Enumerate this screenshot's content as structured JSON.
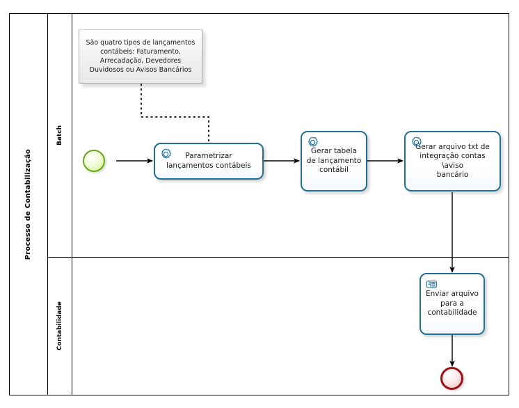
{
  "pool": {
    "name": "Processo de Contabilização",
    "lanes": [
      {
        "id": "batch",
        "label": "Batch"
      },
      {
        "id": "contabilidade",
        "label": "Contabilidade"
      }
    ]
  },
  "annotations": [
    {
      "id": "note-tipos-lancamentos",
      "text": "São quatro tipos de lançamentos contábeis: Faturamento, Arrecadação, Devedores Duvidosos ou Avisos Bancários"
    }
  ],
  "events": [
    {
      "id": "start-event",
      "type": "start",
      "label": "",
      "color": "#6aa818"
    },
    {
      "id": "end-event",
      "type": "end",
      "label": "",
      "color": "#9c1114"
    }
  ],
  "tasks": [
    {
      "id": "task-parametrizar",
      "label": "Parametrizar\nlançamentos contábeis",
      "icon": "gear-service-icon",
      "lane": "batch"
    },
    {
      "id": "task-gerar-tabela",
      "label": "Gerar tabela\nde lançamento\ncontábil",
      "icon": "gear-service-icon",
      "lane": "batch"
    },
    {
      "id": "task-gerar-arquivo",
      "label": "Gerar arquivo txt de\nintegração contas \\aviso\nbancário",
      "icon": "gear-service-icon",
      "lane": "batch"
    },
    {
      "id": "task-enviar-arquivo",
      "label": "Enviar arquivo\npara a\ncontabilidade",
      "icon": "hand-manual-icon",
      "lane": "contabilidade"
    }
  ],
  "colors": {
    "task_border": "#1f6f96",
    "start_event": "#6aa818",
    "end_event": "#9c1114",
    "pool_border": "#000000",
    "connector": "#000000",
    "annotation_border": "#a6a6a6"
  }
}
